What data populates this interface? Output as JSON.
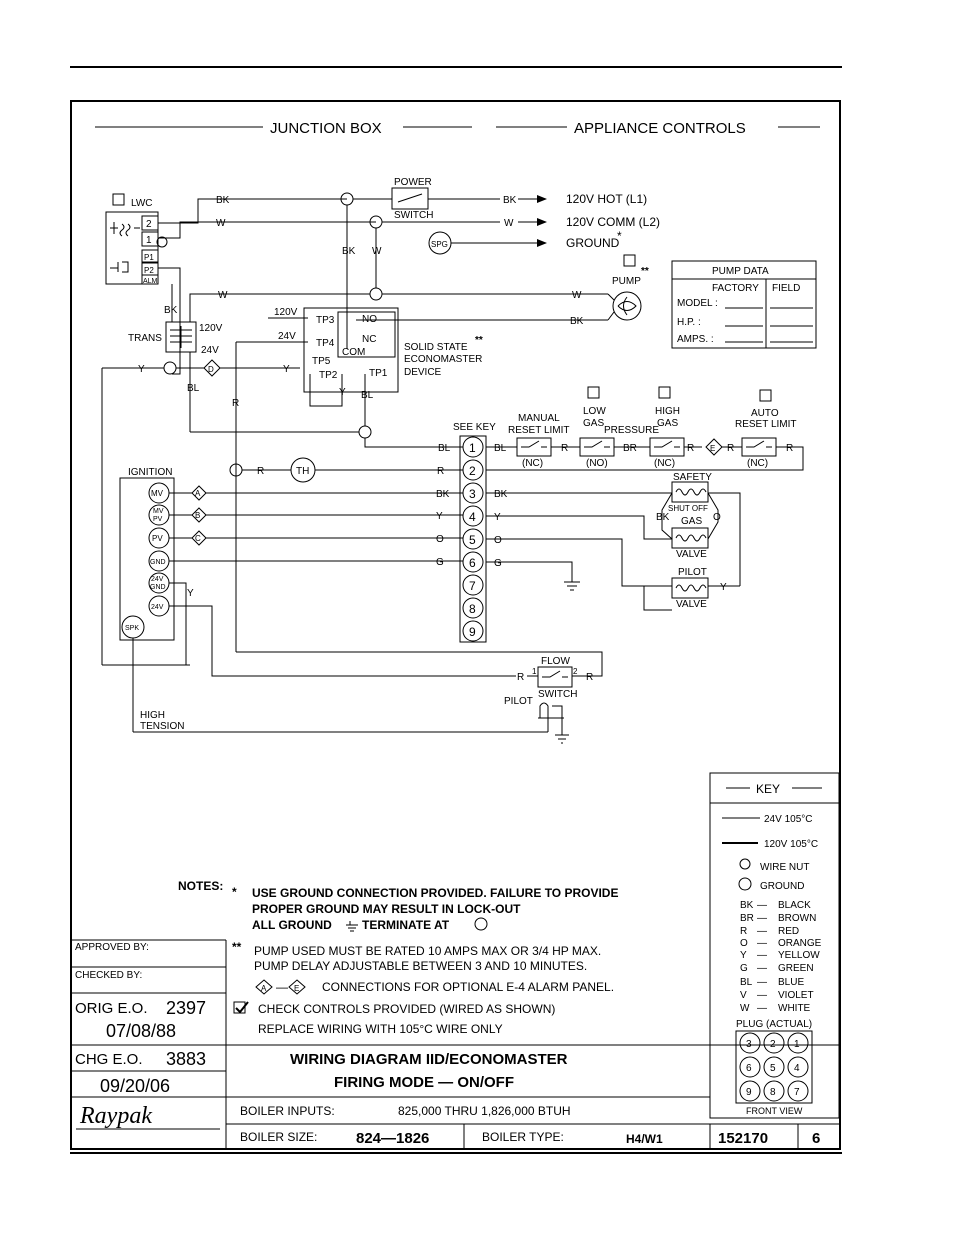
{
  "header": {
    "junction_box": "JUNCTION BOX",
    "appliance_controls": "APPLIANCE CONTROLS"
  },
  "power": {
    "power_label": "POWER",
    "switch_label": "SWITCH",
    "hot": "120V HOT  (L1)",
    "comm": "120V COMM  (L2)",
    "ground": "GROUND",
    "ground_mark": "*",
    "spg": "SPG"
  },
  "lwc": {
    "label": "LWC",
    "t2": "2",
    "t1": "1",
    "p1": "P1",
    "p2": "P2",
    "alm": "ALM"
  },
  "pump": {
    "label": "PUMP",
    "mark": "**"
  },
  "pump_data": {
    "title": "PUMP DATA",
    "factory": "FACTORY",
    "field": "FIELD",
    "model": "MODEL :",
    "hp": "H.P. :",
    "amps": "AMPS. :"
  },
  "trans": {
    "label": "TRANS",
    "v120": "120V",
    "v24": "24V"
  },
  "econo": {
    "tp3": "TP3",
    "tp4": "TP4",
    "tp5": "TP5",
    "tp2": "TP2",
    "tp1": "TP1",
    "no": "NO",
    "nc": "NC",
    "com": "COM",
    "v120": "120V",
    "v24": "24V",
    "desc1": "SOLID STATE",
    "desc2": "ECONOMASTER",
    "desc3": "DEVICE",
    "mark": "**"
  },
  "wires": {
    "bk": "BK",
    "w": "W",
    "y": "Y",
    "bl": "BL",
    "r": "R",
    "o": "O",
    "g": "G",
    "br": "BR"
  },
  "controls": {
    "see_key": "SEE KEY",
    "manual_reset_1": "MANUAL",
    "manual_reset_2": "RESET LIMIT",
    "low_gas_1": "LOW",
    "low_gas_2": "GAS",
    "pressure": "PRESSURE",
    "high_gas_1": "HIGH",
    "high_gas_2": "GAS",
    "auto_reset_1": "AUTO",
    "auto_reset_2": "RESET LIMIT",
    "nc": "(NC)",
    "no": "(NO)",
    "th": "TH",
    "safety": "SAFETY",
    "shut_off": "SHUT OFF",
    "gas": "GAS",
    "valve": "VALVE",
    "pilot": "PILOT",
    "flow": "FLOW",
    "switch": "SWITCH",
    "pilot_burner": "PILOT",
    "high_tension_1": "HIGH",
    "high_tension_2": "TENSION",
    "conn_a": "A",
    "conn_b": "B",
    "conn_c": "C",
    "conn_d": "D",
    "conn_e": "E",
    "flow_t1": "1",
    "flow_t2": "2"
  },
  "plug_terminals": [
    "1",
    "2",
    "3",
    "4",
    "5",
    "6",
    "7",
    "8",
    "9"
  ],
  "ignition": {
    "label": "IGNITION",
    "mv": "MV",
    "mvpv_1": "MV",
    "mvpv_2": "PV",
    "pv": "PV",
    "gnd": "GND",
    "g24_1": "24V",
    "g24_2": "GND",
    "v24": "24V",
    "spk": "SPK"
  },
  "notes": {
    "title": "NOTES:",
    "star": "*",
    "n1_l1": "USE GROUND CONNECTION PROVIDED. FAILURE TO PROVIDE",
    "n1_l2": "PROPER GROUND MAY RESULT IN LOCK-OUT",
    "n1_l3": "ALL GROUND",
    "n1_l3b": "TERMINATE AT",
    "dstar": "**",
    "n2_l1": "PUMP USED MUST BE RATED 10 AMPS MAX OR 3/4 HP MAX.",
    "n2_l2": "PUMP DELAY ADJUSTABLE BETWEEN 3 AND 10 MINUTES.",
    "n3": "CONNECTIONS FOR OPTIONAL E-4 ALARM PANEL.",
    "n4": "CHECK CONTROLS PROVIDED (WIRED AS SHOWN)",
    "n5": "REPLACE WIRING WITH 105°C WIRE ONLY"
  },
  "key": {
    "title": "KEY",
    "l24": "24V 105°C",
    "l120": "120V 105°C",
    "wire_nut": "WIRE NUT",
    "ground": "GROUND",
    "colors": [
      {
        "code": "BK",
        "name": "BLACK"
      },
      {
        "code": "BR",
        "name": "BROWN"
      },
      {
        "code": "R",
        "name": "RED"
      },
      {
        "code": "O",
        "name": "ORANGE"
      },
      {
        "code": "Y",
        "name": "YELLOW"
      },
      {
        "code": "G",
        "name": "GREEN"
      },
      {
        "code": "BL",
        "name": "BLUE"
      },
      {
        "code": "V",
        "name": "VIOLET"
      },
      {
        "code": "W",
        "name": "WHITE"
      }
    ],
    "plug_title": "PLUG (ACTUAL)",
    "plug": [
      "3",
      "2",
      "1",
      "6",
      "5",
      "4",
      "9",
      "8",
      "7"
    ],
    "front_view": "FRONT VIEW"
  },
  "title_block": {
    "approved": "APPROVED BY:",
    "checked": "CHECKED BY:",
    "orig_eo_label": "ORIG E.O.",
    "orig_eo": "2397",
    "orig_date": "07/08/88",
    "chg_eo_label": "CHG E.O.",
    "chg_eo": "3883",
    "chg_date": "09/20/06",
    "logo": "Raypak",
    "title1": "WIRING DIAGRAM IID/ECONOMASTER",
    "title2": "FIRING MODE — ON/OFF",
    "inputs_label": "BOILER INPUTS:",
    "inputs_value": "825,000 THRU 1,826,000 BTUH",
    "size_label": "BOILER SIZE:",
    "size_value": "824—1826",
    "type_label": "BOILER TYPE:",
    "type_value": "H4/W1",
    "dwg_no": "152170",
    "rev": "6"
  }
}
